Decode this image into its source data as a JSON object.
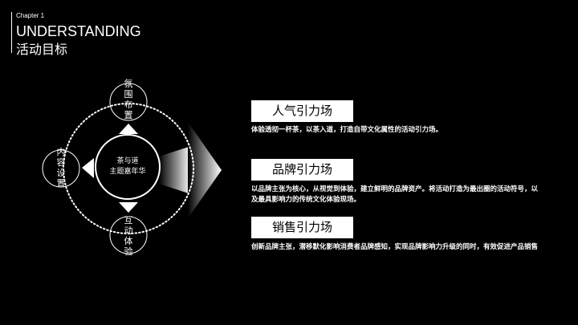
{
  "header": {
    "chapter": "Chapter 1",
    "title": "UNDERSTANDING",
    "subtitle": "活动目标"
  },
  "diagram": {
    "center": "茶与道\n主题嘉年华",
    "center_line1": "茶与道",
    "center_line2": "主题嘉年华",
    "nodes": {
      "top": "氛围布置",
      "left": "内容设置",
      "bottom": "互动体验"
    }
  },
  "items": [
    {
      "title": "人气引力场",
      "desc": "体验透彻一杯茶，以茶入道，打造自带文化属性的活动引力场。"
    },
    {
      "title": "品牌引力场",
      "desc": "以品牌主张为核心，从视觉到体验，建立鲜明的品牌资产。将活动打造为最出圈的活动符号，以及最具影响力的传统文化体验现场。"
    },
    {
      "title": "销售引力场",
      "desc": "创新品牌主张，潜移默化影响消费者品牌感知，实现品牌影响力升级的同时，有效促进产品销售"
    }
  ],
  "colors": {
    "background": "#000000",
    "foreground": "#ffffff"
  }
}
